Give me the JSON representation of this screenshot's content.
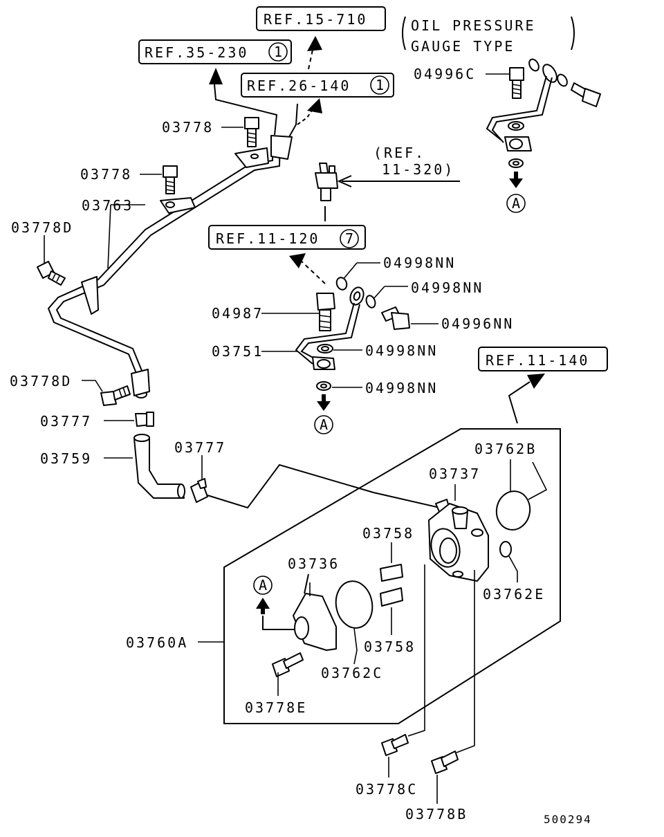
{
  "diagram_id": "500294",
  "header_note": {
    "line1": "OIL PRESSURE",
    "line2": "GAUGE TYPE"
  },
  "refs": {
    "ref_15_710": "REF.15-710",
    "ref_35_230": "REF.35-230",
    "ref_35_230_num": "1",
    "ref_26_140": "REF.26-140",
    "ref_26_140_num": "1",
    "ref_11_320_a": "(REF.",
    "ref_11_320_b": "11-320)",
    "ref_11_120": "REF.11-120",
    "ref_11_120_num": "7",
    "ref_11_140": "REF.11-140"
  },
  "markers": {
    "a": "A"
  },
  "parts": {
    "p04996C": "04996C",
    "p03778_a": "03778",
    "p03778_b": "03778",
    "p03763": "03763",
    "p03778D_a": "03778D",
    "p03778D_b": "03778D",
    "p03777_a": "03777",
    "p03777_b": "03777",
    "p03759": "03759",
    "p04998NN_a": "04998NN",
    "p04998NN_b": "04998NN",
    "p04998NN_c": "04998NN",
    "p04998NN_d": "04998NN",
    "p04987": "04987",
    "p04996NN": "04996NN",
    "p03751": "03751",
    "p03762B": "03762B",
    "p03737": "03737",
    "p03758_a": "03758",
    "p03758_b": "03758",
    "p03736": "03736",
    "p03762E": "03762E",
    "p03760A": "03760A",
    "p03762C": "03762C",
    "p03778E": "03778E",
    "p03778C": "03778C",
    "p03778B": "03778B"
  }
}
